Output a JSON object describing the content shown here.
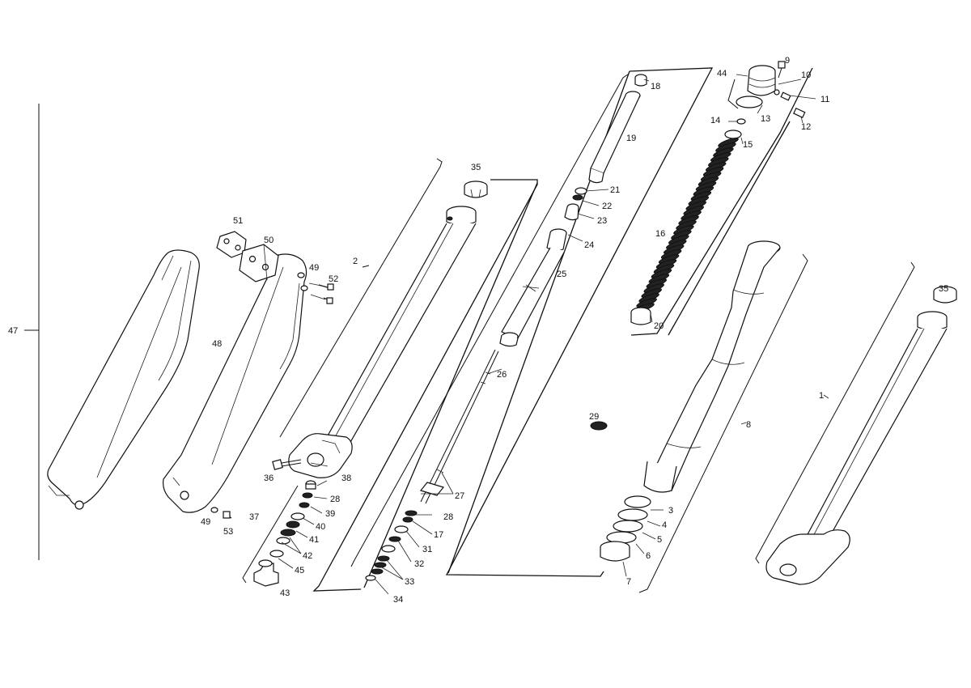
{
  "diagram": {
    "callouts": [
      {
        "id": "c1",
        "text": "1"
      },
      {
        "id": "c2",
        "text": "2"
      },
      {
        "id": "c3",
        "text": "3"
      },
      {
        "id": "c4",
        "text": "4"
      },
      {
        "id": "c5",
        "text": "5"
      },
      {
        "id": "c6",
        "text": "6"
      },
      {
        "id": "c7",
        "text": "7"
      },
      {
        "id": "c8",
        "text": "8"
      },
      {
        "id": "c9",
        "text": "9"
      },
      {
        "id": "c10",
        "text": "10"
      },
      {
        "id": "c11",
        "text": "11"
      },
      {
        "id": "c12",
        "text": "12"
      },
      {
        "id": "c13",
        "text": "13"
      },
      {
        "id": "c14",
        "text": "14"
      },
      {
        "id": "c15",
        "text": "15"
      },
      {
        "id": "c16",
        "text": "16"
      },
      {
        "id": "c17",
        "text": "17"
      },
      {
        "id": "c18",
        "text": "18"
      },
      {
        "id": "c19",
        "text": "19"
      },
      {
        "id": "c20",
        "text": "20"
      },
      {
        "id": "c21",
        "text": "21"
      },
      {
        "id": "c22",
        "text": "22"
      },
      {
        "id": "c23",
        "text": "23"
      },
      {
        "id": "c24",
        "text": "24"
      },
      {
        "id": "c25",
        "text": "25"
      },
      {
        "id": "c26",
        "text": "26"
      },
      {
        "id": "c27",
        "text": "27"
      },
      {
        "id": "c28a",
        "text": "28"
      },
      {
        "id": "c28b",
        "text": "28"
      },
      {
        "id": "c29",
        "text": "29"
      },
      {
        "id": "c31",
        "text": "31"
      },
      {
        "id": "c32",
        "text": "32"
      },
      {
        "id": "c33",
        "text": "33"
      },
      {
        "id": "c34",
        "text": "34"
      },
      {
        "id": "c35a",
        "text": "35"
      },
      {
        "id": "c35b",
        "text": "35"
      },
      {
        "id": "c36",
        "text": "36"
      },
      {
        "id": "c37",
        "text": "37"
      },
      {
        "id": "c38",
        "text": "38"
      },
      {
        "id": "c39",
        "text": "39"
      },
      {
        "id": "c40",
        "text": "40"
      },
      {
        "id": "c41",
        "text": "41"
      },
      {
        "id": "c42",
        "text": "42"
      },
      {
        "id": "c43",
        "text": "43"
      },
      {
        "id": "c44",
        "text": "44"
      },
      {
        "id": "c45",
        "text": "45"
      },
      {
        "id": "c47",
        "text": "47"
      },
      {
        "id": "c48",
        "text": "48"
      },
      {
        "id": "c49a",
        "text": "49"
      },
      {
        "id": "c49b",
        "text": "49"
      },
      {
        "id": "c50",
        "text": "50"
      },
      {
        "id": "c51",
        "text": "51"
      },
      {
        "id": "c52",
        "text": "52"
      },
      {
        "id": "c53",
        "text": "53"
      }
    ]
  }
}
